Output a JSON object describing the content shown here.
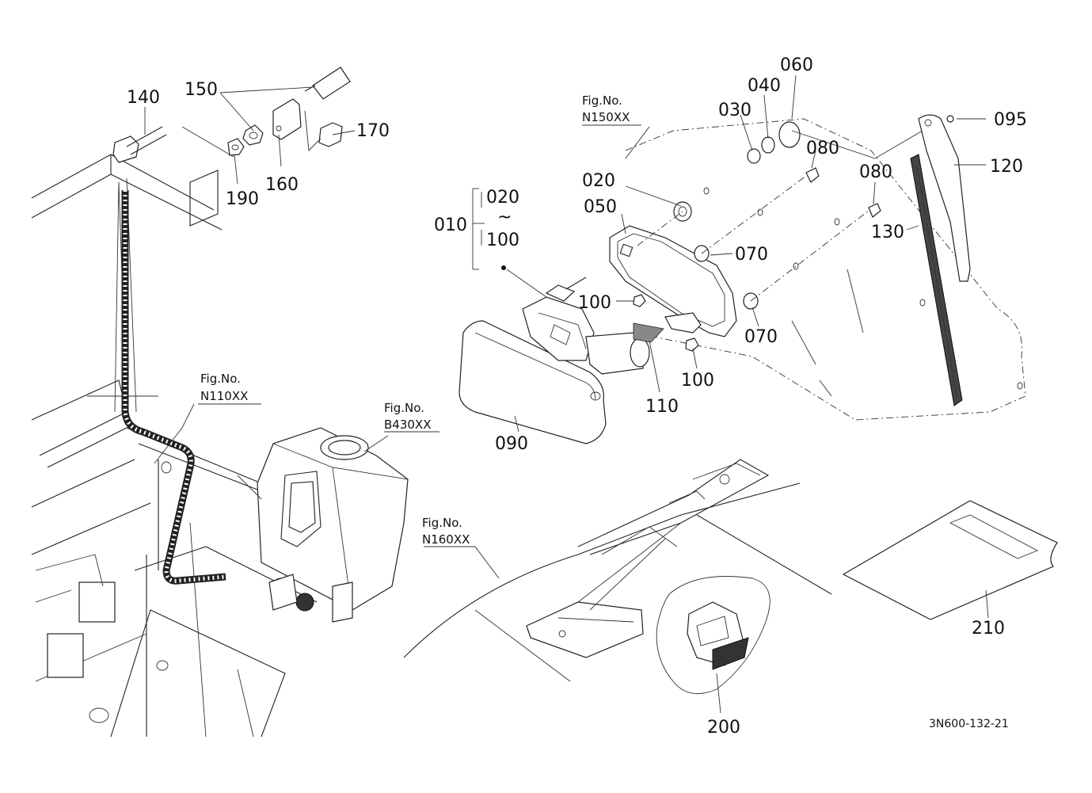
{
  "figure_refs": {
    "n150": {
      "line1": "Fig.No.",
      "line2": "N150XX"
    },
    "n110": {
      "line1": "Fig.No.",
      "line2": "N110XX"
    },
    "b430": {
      "line1": "Fig.No.",
      "line2": "B430XX"
    },
    "n160": {
      "line1": "Fig.No.",
      "line2": "N160XX"
    }
  },
  "callouts": {
    "c140": "140",
    "c150": "150",
    "c170": "170",
    "c190": "190",
    "c160": "160",
    "c060": "060",
    "c040": "040",
    "c030": "030",
    "c095": "095",
    "c080a": "080",
    "c080b": "080",
    "c120": "120",
    "c020": "020",
    "c050": "050",
    "c130": "130",
    "c070a": "070",
    "c100a": "100",
    "c070b": "070",
    "c110": "110",
    "c100b": "100",
    "c090": "090",
    "c210": "210",
    "c200": "200"
  },
  "range_group": {
    "label": "010",
    "from": "020",
    "tilde": "~",
    "to": "100"
  },
  "drawing_code": "3N600-132-21"
}
